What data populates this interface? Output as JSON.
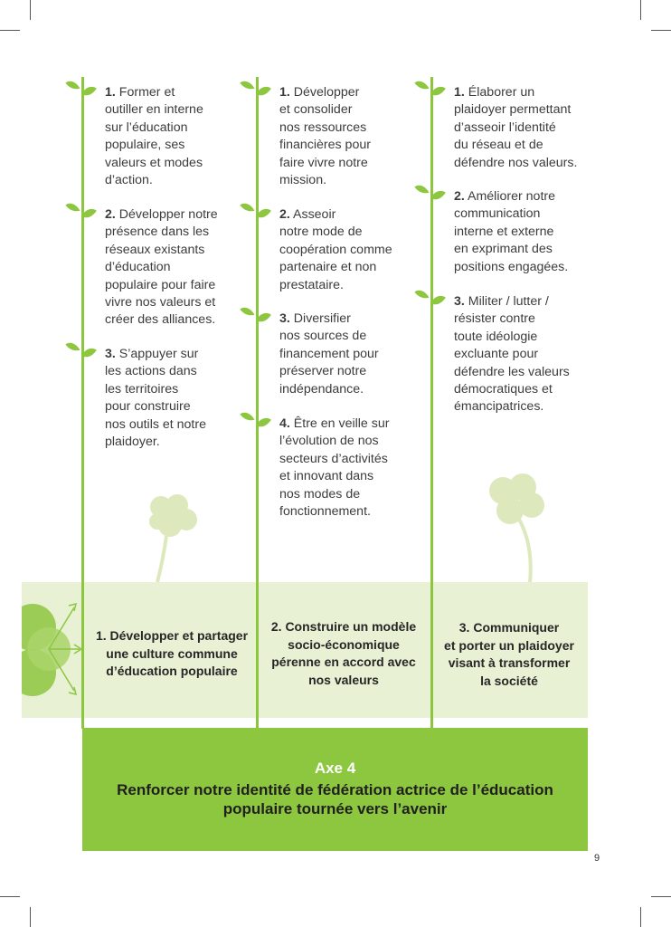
{
  "columns": [
    {
      "items": [
        {
          "num": "1.",
          "text": "Former et\noutiller en interne\nsur l’éducation\npopulaire, ses\nvaleurs et modes\nd’action."
        },
        {
          "num": "2.",
          "text": "Développer notre\nprésence dans les\nréseaux existants\nd’éducation\npopulaire pour faire\nvivre nos valeurs et\ncréer des alliances."
        },
        {
          "num": "3.",
          "text": "S’appuyer sur\nles actions dans\nles territoires\npour construire\nnos outils et notre\nplaidoyer."
        }
      ]
    },
    {
      "items": [
        {
          "num": "1.",
          "text": "Développer\net consolider\nnos ressources\nfinancières pour\nfaire vivre notre\nmission."
        },
        {
          "num": "2.",
          "text": "Asseoir\nnotre mode de\ncoopération comme\npartenaire et non\nprestataire."
        },
        {
          "num": "3.",
          "text": " Diversifier\nnos sources de\nfinancement pour\npréserver notre\nindépendance."
        },
        {
          "num": "4.",
          "text": "Être en veille sur\nl’évolution de nos\nsecteurs d’activités\net innovant dans\nnos modes de\nfonctionnement."
        }
      ]
    },
    {
      "items": [
        {
          "num": "1.",
          "text": "Élaborer un\nplaidoyer permettant\nd’asseoir l’identité\ndu réseau et de\ndéfendre nos valeurs."
        },
        {
          "num": "2.",
          "text": "Améliorer notre\ncommunication\ninterne et externe\nen exprimant des\npositions engagées."
        },
        {
          "num": "3.",
          "text": "Militer / lutter /\nrésister contre\ntoute idéologie\nexcluante pour\ndéfendre les valeurs\ndémocratiques et\némancipatrices."
        }
      ]
    }
  ],
  "objectives": [
    "1. Développer et partager\nune culture commune\nd’éducation populaire",
    "2. Construire un modèle\nsocio-économique\npérenne en accord avec\nnos valeurs",
    "3. Communiquer\net porter un plaidoyer\nvisant à transformer\nla société"
  ],
  "axis": {
    "label": "Axe 4",
    "title": "Renforcer notre identité de fédération actrice de l’éducation\npopulaire tournée vers l’avenir"
  },
  "page_number": "9",
  "colors": {
    "green": "#8dc63f",
    "light_green": "#e9f1d4",
    "pale_leaf": "#dde9bd"
  }
}
